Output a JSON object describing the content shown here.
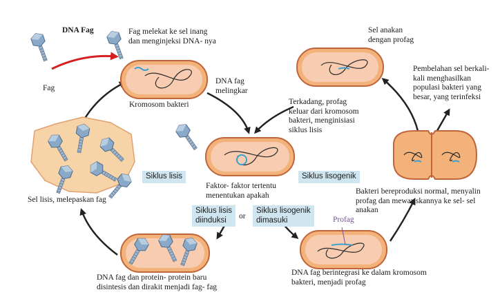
{
  "labels": {
    "dna_fag": "DNA Fag",
    "fag_melekat": "Fag melekat ke sel inang\ndan menginjeksi DNA- nya",
    "fag": "Fag",
    "kromosom_bakteri": "Kromosom bakteri",
    "dna_fag_melingkar": "DNA fag\nmelingkar",
    "sel_anakan": "Sel anakan\ndengan profag",
    "terkadang": "Terkadang, profag\nkeluar dari kromosom\nbakteri, menginisiasi\nsiklus lisis",
    "pembelahan": "Pembelahan sel berkali-\nkali menghasilkan\npopulasi bakteri yang\nbesar, yang terinfeksi",
    "faktor": "Faktor- faktor tertentu\nmenentukan apakah",
    "sel_lisis": "Sel lisis, melepaskan fag",
    "bakteri_bereproduksi": "Bakteri bereproduksi normal, menyalin\nprofag dan mewariskannya ke sel- sel\nanakan",
    "or": "or",
    "profag": "Profag",
    "dna_fag_protein": "DNA fag dan protein- protein baru\ndisintesis dan dirakit menjadi fag- fag",
    "dna_fag_berintegrasi": "DNA fag berintegrasi ke dalam kromosom\nbakteri, menjadi profag"
  },
  "boxes": {
    "siklus_lisis": "Siklus lisis",
    "siklus_lisogenik": "Siklus lisogenik",
    "siklus_lisis_diinduksi": "Siklus lisis\ndiinduksi",
    "siklus_lisogenik_dimasuki": "Siklus lisogenik\ndimasuki"
  },
  "colors": {
    "cell_fill": "#f2b27a",
    "cell_inner": "#f7ccb0",
    "cell_edge": "#c0643a",
    "chromosome": "#2a2a2a",
    "phage_dna": "#3aa0d0",
    "phage_head": "#7f9fbf",
    "arrow": "#222222",
    "red_arrow": "#d42020",
    "box_bg": "#cfe6f1"
  }
}
